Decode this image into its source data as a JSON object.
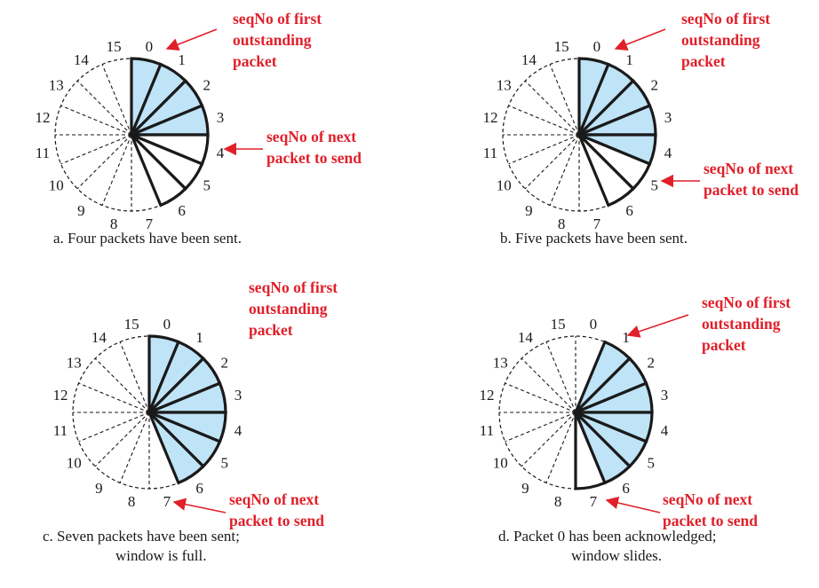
{
  "colors": {
    "window_fill": "#bfe3f7",
    "outline": "#1a1a1a",
    "annotation": "#e0202a"
  },
  "sequence_numbers": [
    "0",
    "1",
    "2",
    "3",
    "4",
    "5",
    "6",
    "7",
    "8",
    "9",
    "10",
    "11",
    "12",
    "13",
    "14",
    "15"
  ],
  "panels": [
    {
      "id": "a",
      "window_start": 0,
      "window_size": 7,
      "outstanding_count": 4,
      "caption_lines": [
        "a. Four packets have been sent."
      ],
      "label_first_lines": [
        "seqNo of  first",
        "outstanding",
        "packet"
      ],
      "label_next_lines": [
        "seqNo of next",
        "packet to send"
      ]
    },
    {
      "id": "b",
      "window_start": 0,
      "window_size": 7,
      "outstanding_count": 5,
      "caption_lines": [
        "b. Five packets have been sent."
      ],
      "label_first_lines": [
        "seqNo of  first",
        "outstanding",
        "packet"
      ],
      "label_next_lines": [
        "seqNo of next",
        "packet to send"
      ]
    },
    {
      "id": "c",
      "window_start": 0,
      "window_size": 7,
      "outstanding_count": 7,
      "caption_lines": [
        "c. Seven packets have been sent;",
        "window is full."
      ],
      "label_first_lines": [
        "seqNo of  first",
        "outstanding",
        "packet"
      ],
      "label_next_lines": [
        "seqNo of next",
        "packet to send"
      ]
    },
    {
      "id": "d",
      "window_start": 1,
      "window_size": 7,
      "outstanding_count": 6,
      "caption_lines": [
        "d. Packet 0 has been acknowledged;",
        "window slides."
      ],
      "label_first_lines": [
        "seqNo of  first",
        "outstanding",
        "packet"
      ],
      "label_next_lines": [
        "seqNo of next",
        "packet to send"
      ]
    }
  ]
}
